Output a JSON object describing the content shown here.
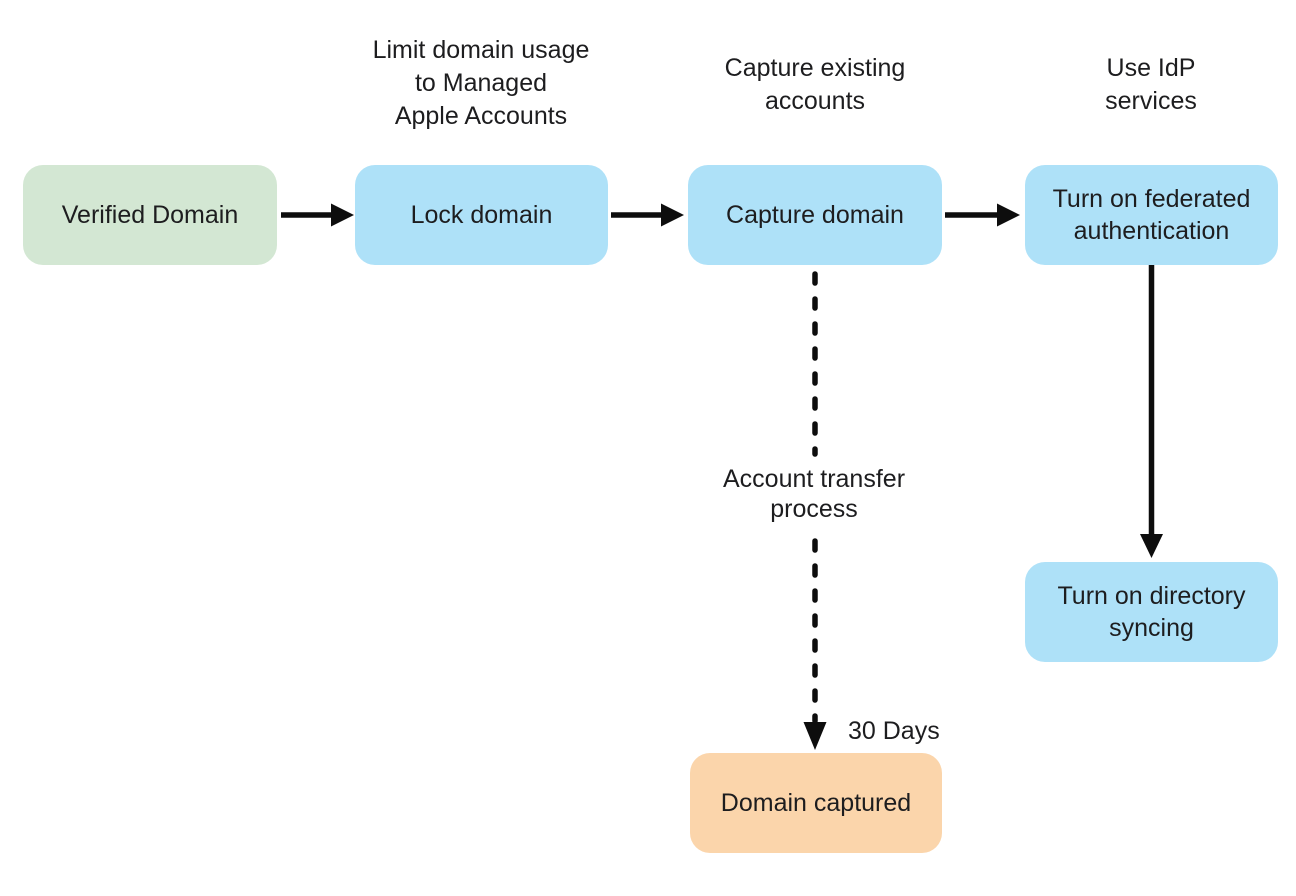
{
  "diagram": {
    "annotations": {
      "lock": "Limit domain usage\nto Managed\nApple Accounts",
      "capture": "Capture existing\naccounts",
      "idp": "Use IdP\nservices"
    },
    "nodes": {
      "verified_domain": {
        "label": "Verified Domain",
        "color_key": "green"
      },
      "lock_domain": {
        "label": "Lock domain",
        "color_key": "blue"
      },
      "capture_domain": {
        "label": "Capture domain",
        "color_key": "blue"
      },
      "federated_auth": {
        "label": "Turn on federated\nauthentication",
        "color_key": "blue"
      },
      "directory_syncing": {
        "label": "Turn on directory\nsyncing",
        "color_key": "blue"
      },
      "domain_captured": {
        "label": "Domain captured",
        "color_key": "orange"
      }
    },
    "edge_labels": {
      "account_transfer": "Account transfer\nprocess",
      "thirty_days": "30 Days"
    }
  },
  "colors": {
    "green": "#d3e7d3",
    "blue": "#aee1f8",
    "orange": "#fbd5ab",
    "arrow": "#0d0d0d",
    "text": "#1d1d1f",
    "background": "#ffffff"
  }
}
